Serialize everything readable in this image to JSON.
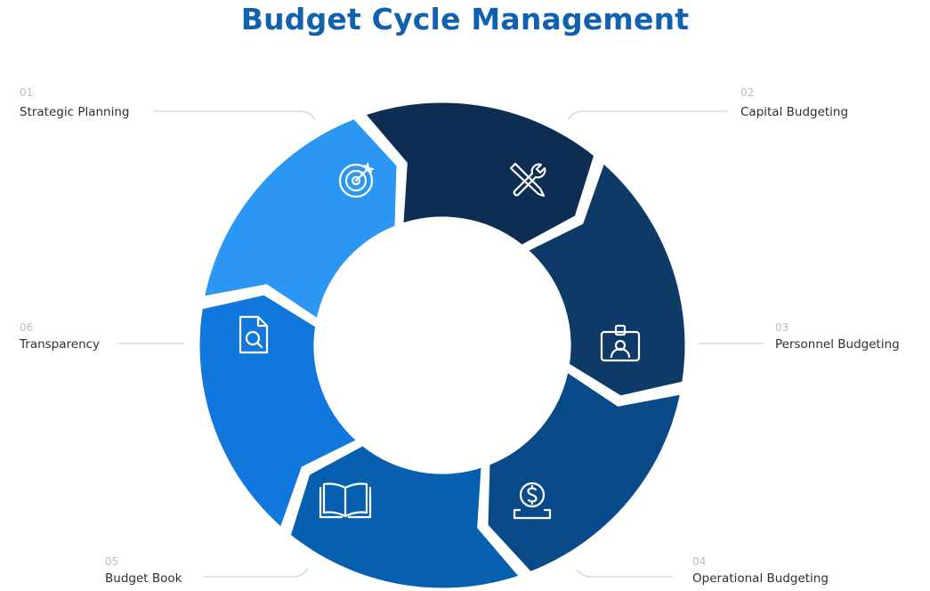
{
  "title": "Budget Cycle Management",
  "colors": {
    "title": "#1061b0",
    "background": "#ffffff",
    "segment_1": "#0d2d52",
    "segment_2": "#0d3a66",
    "segment_3": "#0b4a88",
    "segment_4": "#075fb0",
    "segment_5": "#1177dd",
    "segment_6": "#2b97f3"
  },
  "steps": [
    {
      "number": "01",
      "label": "Strategic Planning",
      "icon": "target-icon"
    },
    {
      "number": "02",
      "label": "Capital Budgeting",
      "icon": "tools-icon"
    },
    {
      "number": "03",
      "label": "Personnel Budgeting",
      "icon": "id-badge-icon"
    },
    {
      "number": "04",
      "label": "Operational Budgeting",
      "icon": "dollar-coin-icon"
    },
    {
      "number": "05",
      "label": "Budget Book",
      "icon": "open-book-icon"
    },
    {
      "number": "06",
      "label": "Transparency",
      "icon": "document-search-icon"
    }
  ]
}
